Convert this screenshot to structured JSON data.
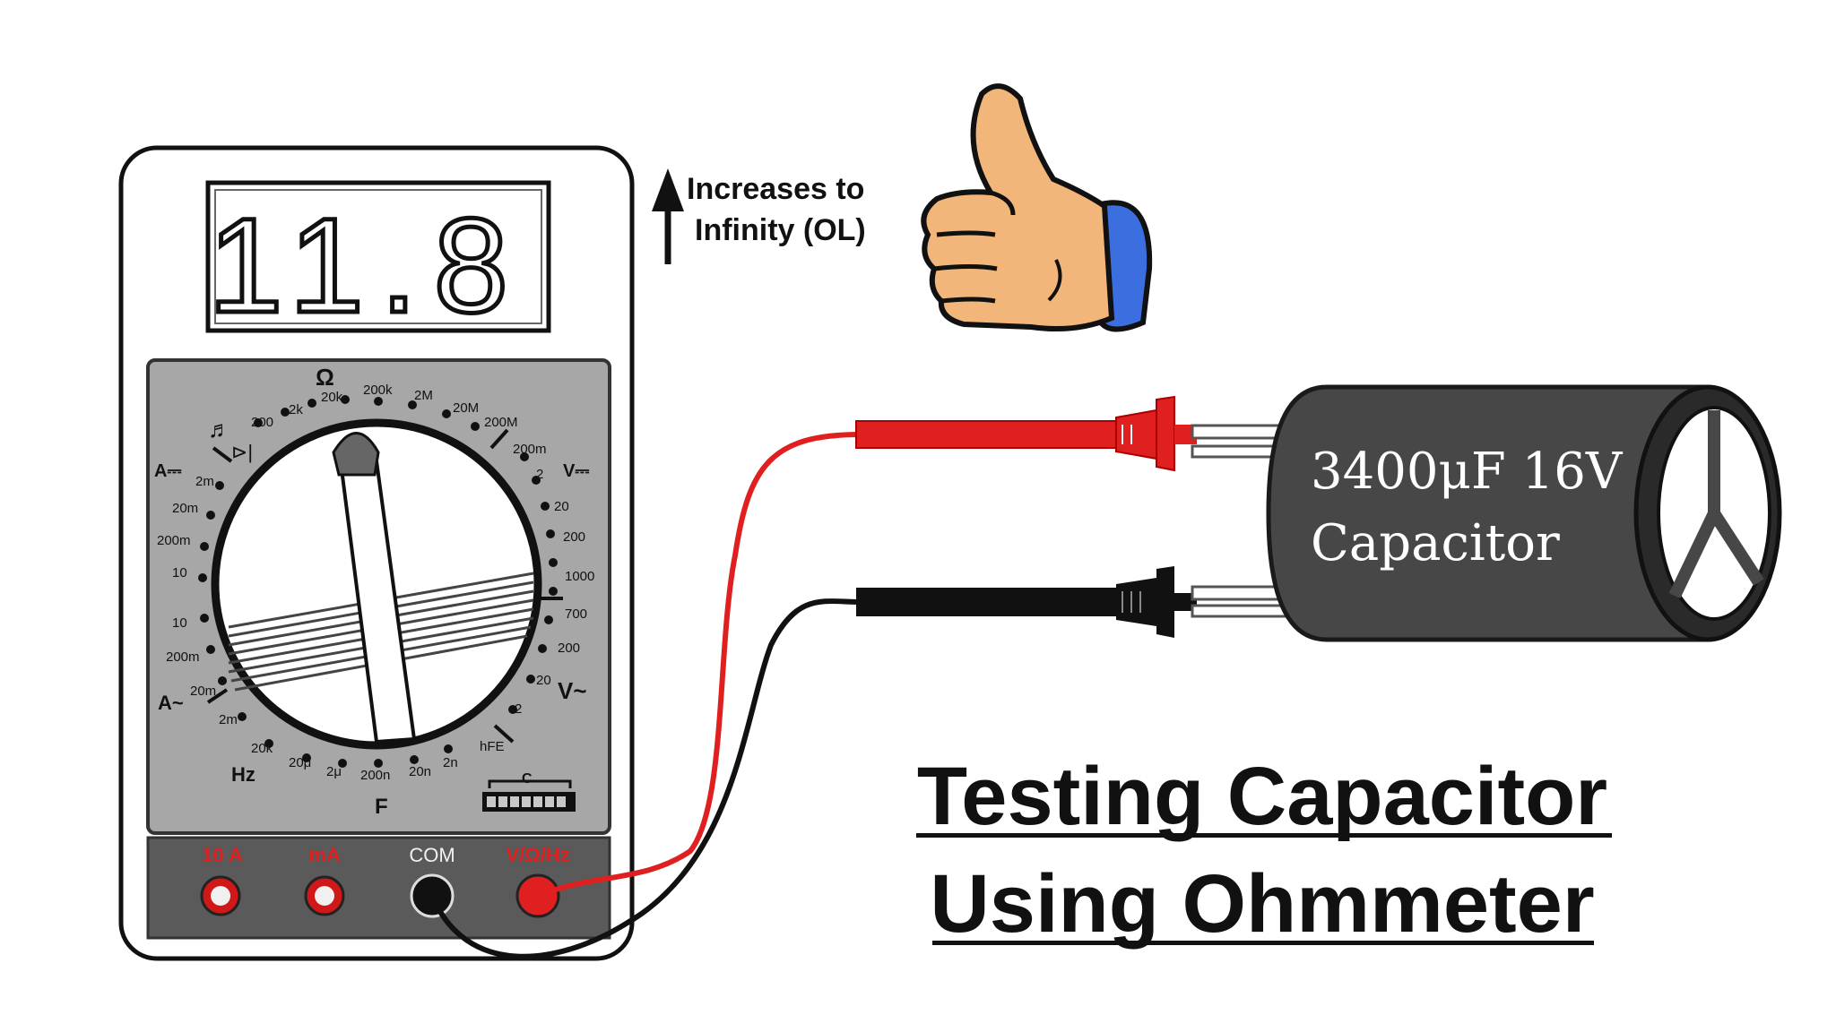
{
  "display": {
    "reading": "11.8"
  },
  "annotation": {
    "line1": "Increases to",
    "line2": "Infinity (OL)"
  },
  "dial": {
    "ohm_symbol": "Ω",
    "sections": {
      "a_dc": "A⎓",
      "v_dc": "V⎓",
      "a_ac": "A~",
      "v_ac": "V~",
      "hz": "Hz",
      "farad": "F"
    },
    "top_labels": [
      "200",
      "2k",
      "20k",
      "200k",
      "2M",
      "20M",
      "200M"
    ],
    "right_labels": [
      "200m",
      "2",
      "20",
      "200",
      "1000",
      "700",
      "200",
      "20",
      "2",
      "hFE"
    ],
    "left_labels": [
      "2m",
      "20m",
      "200m",
      "10",
      "10",
      "200m",
      "20m",
      "2m"
    ],
    "bottom_labels": [
      "20k",
      "20μ",
      "2μ",
      "200n",
      "20n",
      "2n"
    ],
    "cap_slot_label": "C"
  },
  "jacks": {
    "j10a": "10 A",
    "ma": "mA",
    "com": "COM",
    "vohm": "V/Ω/Hz"
  },
  "capacitor": {
    "line1": "3400μF 16V",
    "line2": "Capacitor"
  },
  "title": {
    "line1": "Testing Capacitor",
    "line2": "Using Ohmmeter"
  },
  "colors": {
    "red_lead": "#e02020",
    "black_lead": "#111111",
    "panel": "#a7a7a7",
    "jack_panel": "#5a5a5a",
    "capacitor": "#474747",
    "skin": "#f2b57a",
    "cuff": "#3b6fe0"
  }
}
